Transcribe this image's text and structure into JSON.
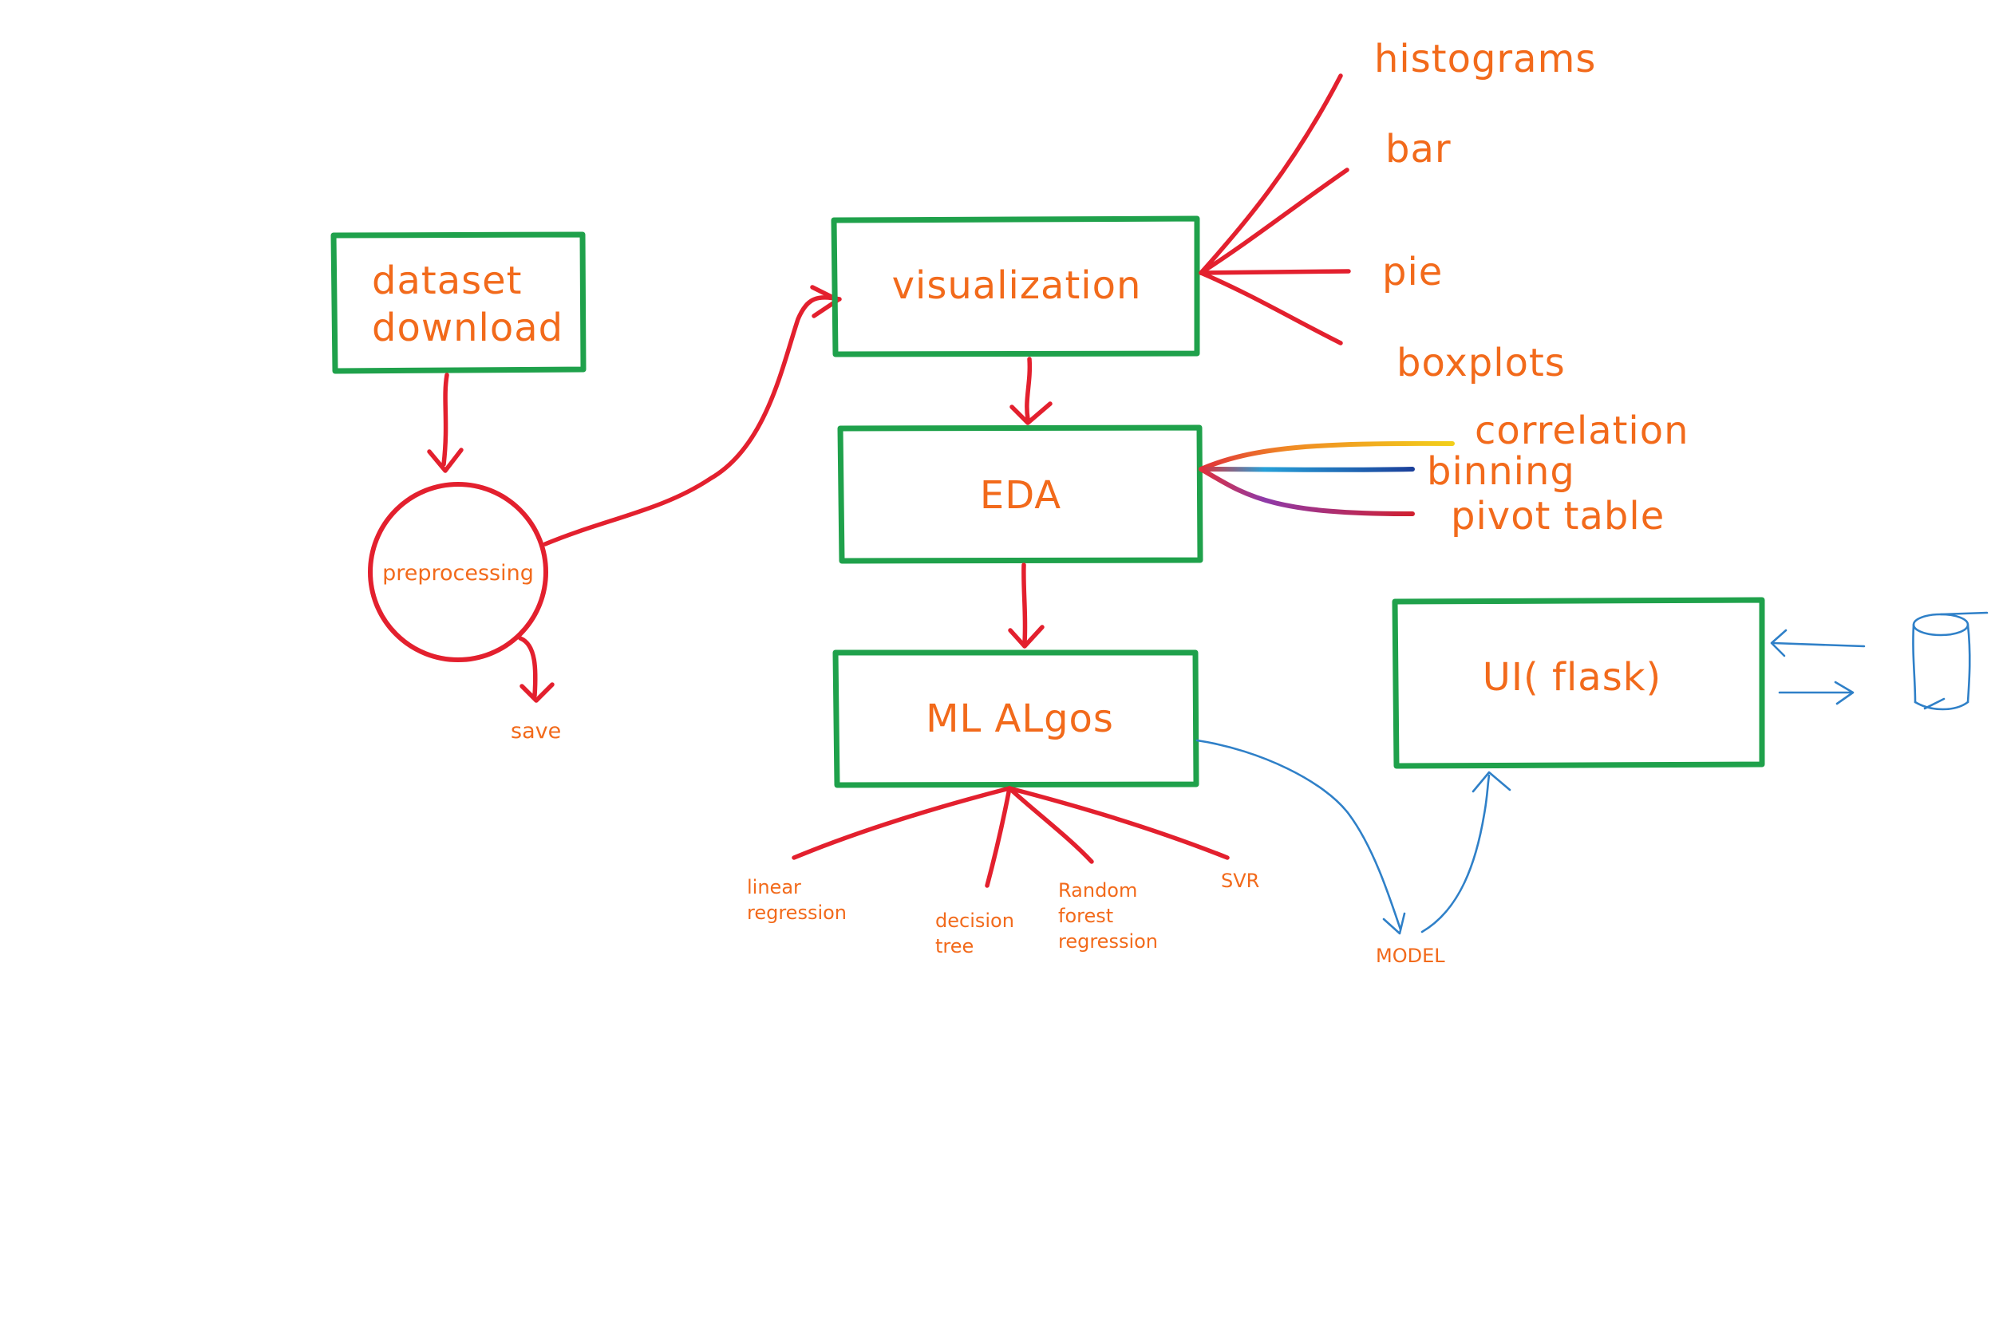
{
  "colors": {
    "box_stroke": "#1fa14b",
    "label_text": "#f26a1b",
    "arrow_red": "#e3202e",
    "arrow_blue": "#2f80c8"
  },
  "nodes": {
    "dataset": {
      "line1": "dataset",
      "line2": "download"
    },
    "preprocessing": "preprocessing",
    "save": "save",
    "visualization": "visualization",
    "eda": "EDA",
    "ml": "ML ALgos",
    "ui": "UI( flask)",
    "model": "MODEL",
    "database_icon": "cylinder-icon"
  },
  "visualization_branches": [
    "histograms",
    "bar",
    "pie",
    "boxplots"
  ],
  "eda_branches": [
    "correlation",
    "binning",
    "pivot table"
  ],
  "ml_branches": {
    "linear": [
      "linear",
      "regression"
    ],
    "decision": [
      "decision",
      "tree"
    ],
    "random_forest": [
      "Random",
      "forest",
      "regression"
    ],
    "svr": "SVR"
  }
}
